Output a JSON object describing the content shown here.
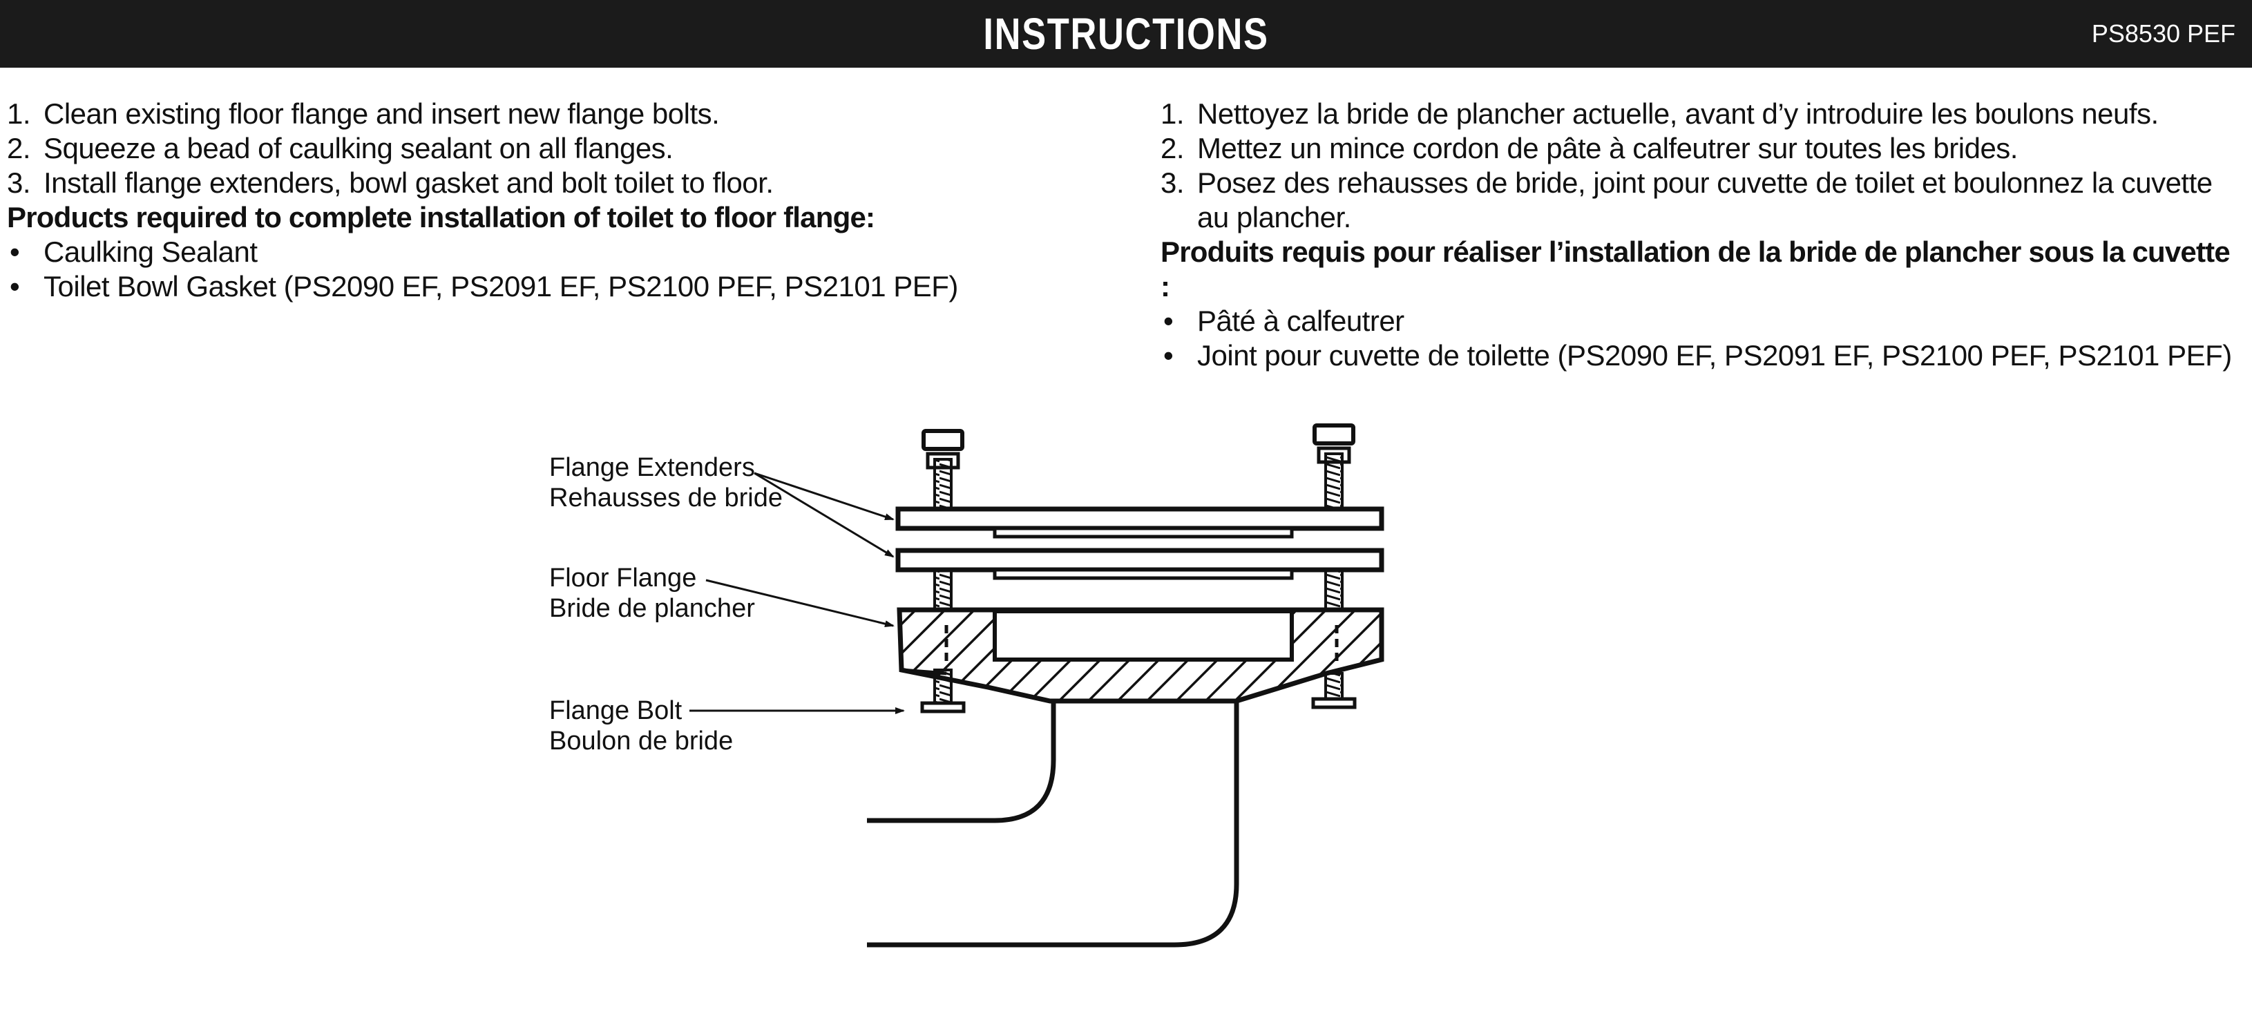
{
  "header": {
    "title": "INSTRUCTIONS",
    "code": "PS8530 PEF"
  },
  "english": {
    "steps": [
      {
        "num": "1.",
        "text": "Clean existing floor flange and insert new flange bolts."
      },
      {
        "num": "2.",
        "text": "Squeeze a bead of caulking sealant on all flanges."
      },
      {
        "num": "3.",
        "text": "Install flange extenders, bowl gasket and bolt toilet to floor."
      }
    ],
    "products_heading": "Products required to complete installation of toilet to floor flange:",
    "products": [
      "Caulking Sealant",
      "Toilet Bowl Gasket (PS2090 EF, PS2091 EF, PS2100 PEF, PS2101 PEF)"
    ]
  },
  "french": {
    "steps": [
      {
        "num": "1.",
        "text": "Nettoyez la bride de plancher actuelle, avant d’y introduire les boulons neufs."
      },
      {
        "num": "2.",
        "text": "Mettez un mince cordon de pâte à calfeutrer sur toutes les brides."
      },
      {
        "num": "3.",
        "text": "Posez des rehausses de bride, joint pour cuvette de toilet et boulonnez la cuvette au plancher."
      }
    ],
    "products_heading": "Produits requis pour réaliser l’installation de la bride de plancher sous la cuvette :",
    "products": [
      "Pâté à calfeutrer",
      "Joint pour cuvette de toilette (PS2090 EF, PS2091 EF, PS2100 PEF, PS2101 PEF)"
    ]
  },
  "bullet_symbol": "•",
  "diagram": {
    "labels": {
      "flange_extenders_en": "Flange Extenders",
      "flange_extenders_fr": "Rehausses de bride",
      "floor_flange_en": "Floor Flange",
      "floor_flange_fr": "Bride de plancher",
      "flange_bolt_en": "Flange Bolt",
      "flange_bolt_fr": "Boulon de bride"
    }
  },
  "colors": {
    "header_bg": "#1b1b1b",
    "ink": "#111111",
    "paper": "#ffffff"
  }
}
